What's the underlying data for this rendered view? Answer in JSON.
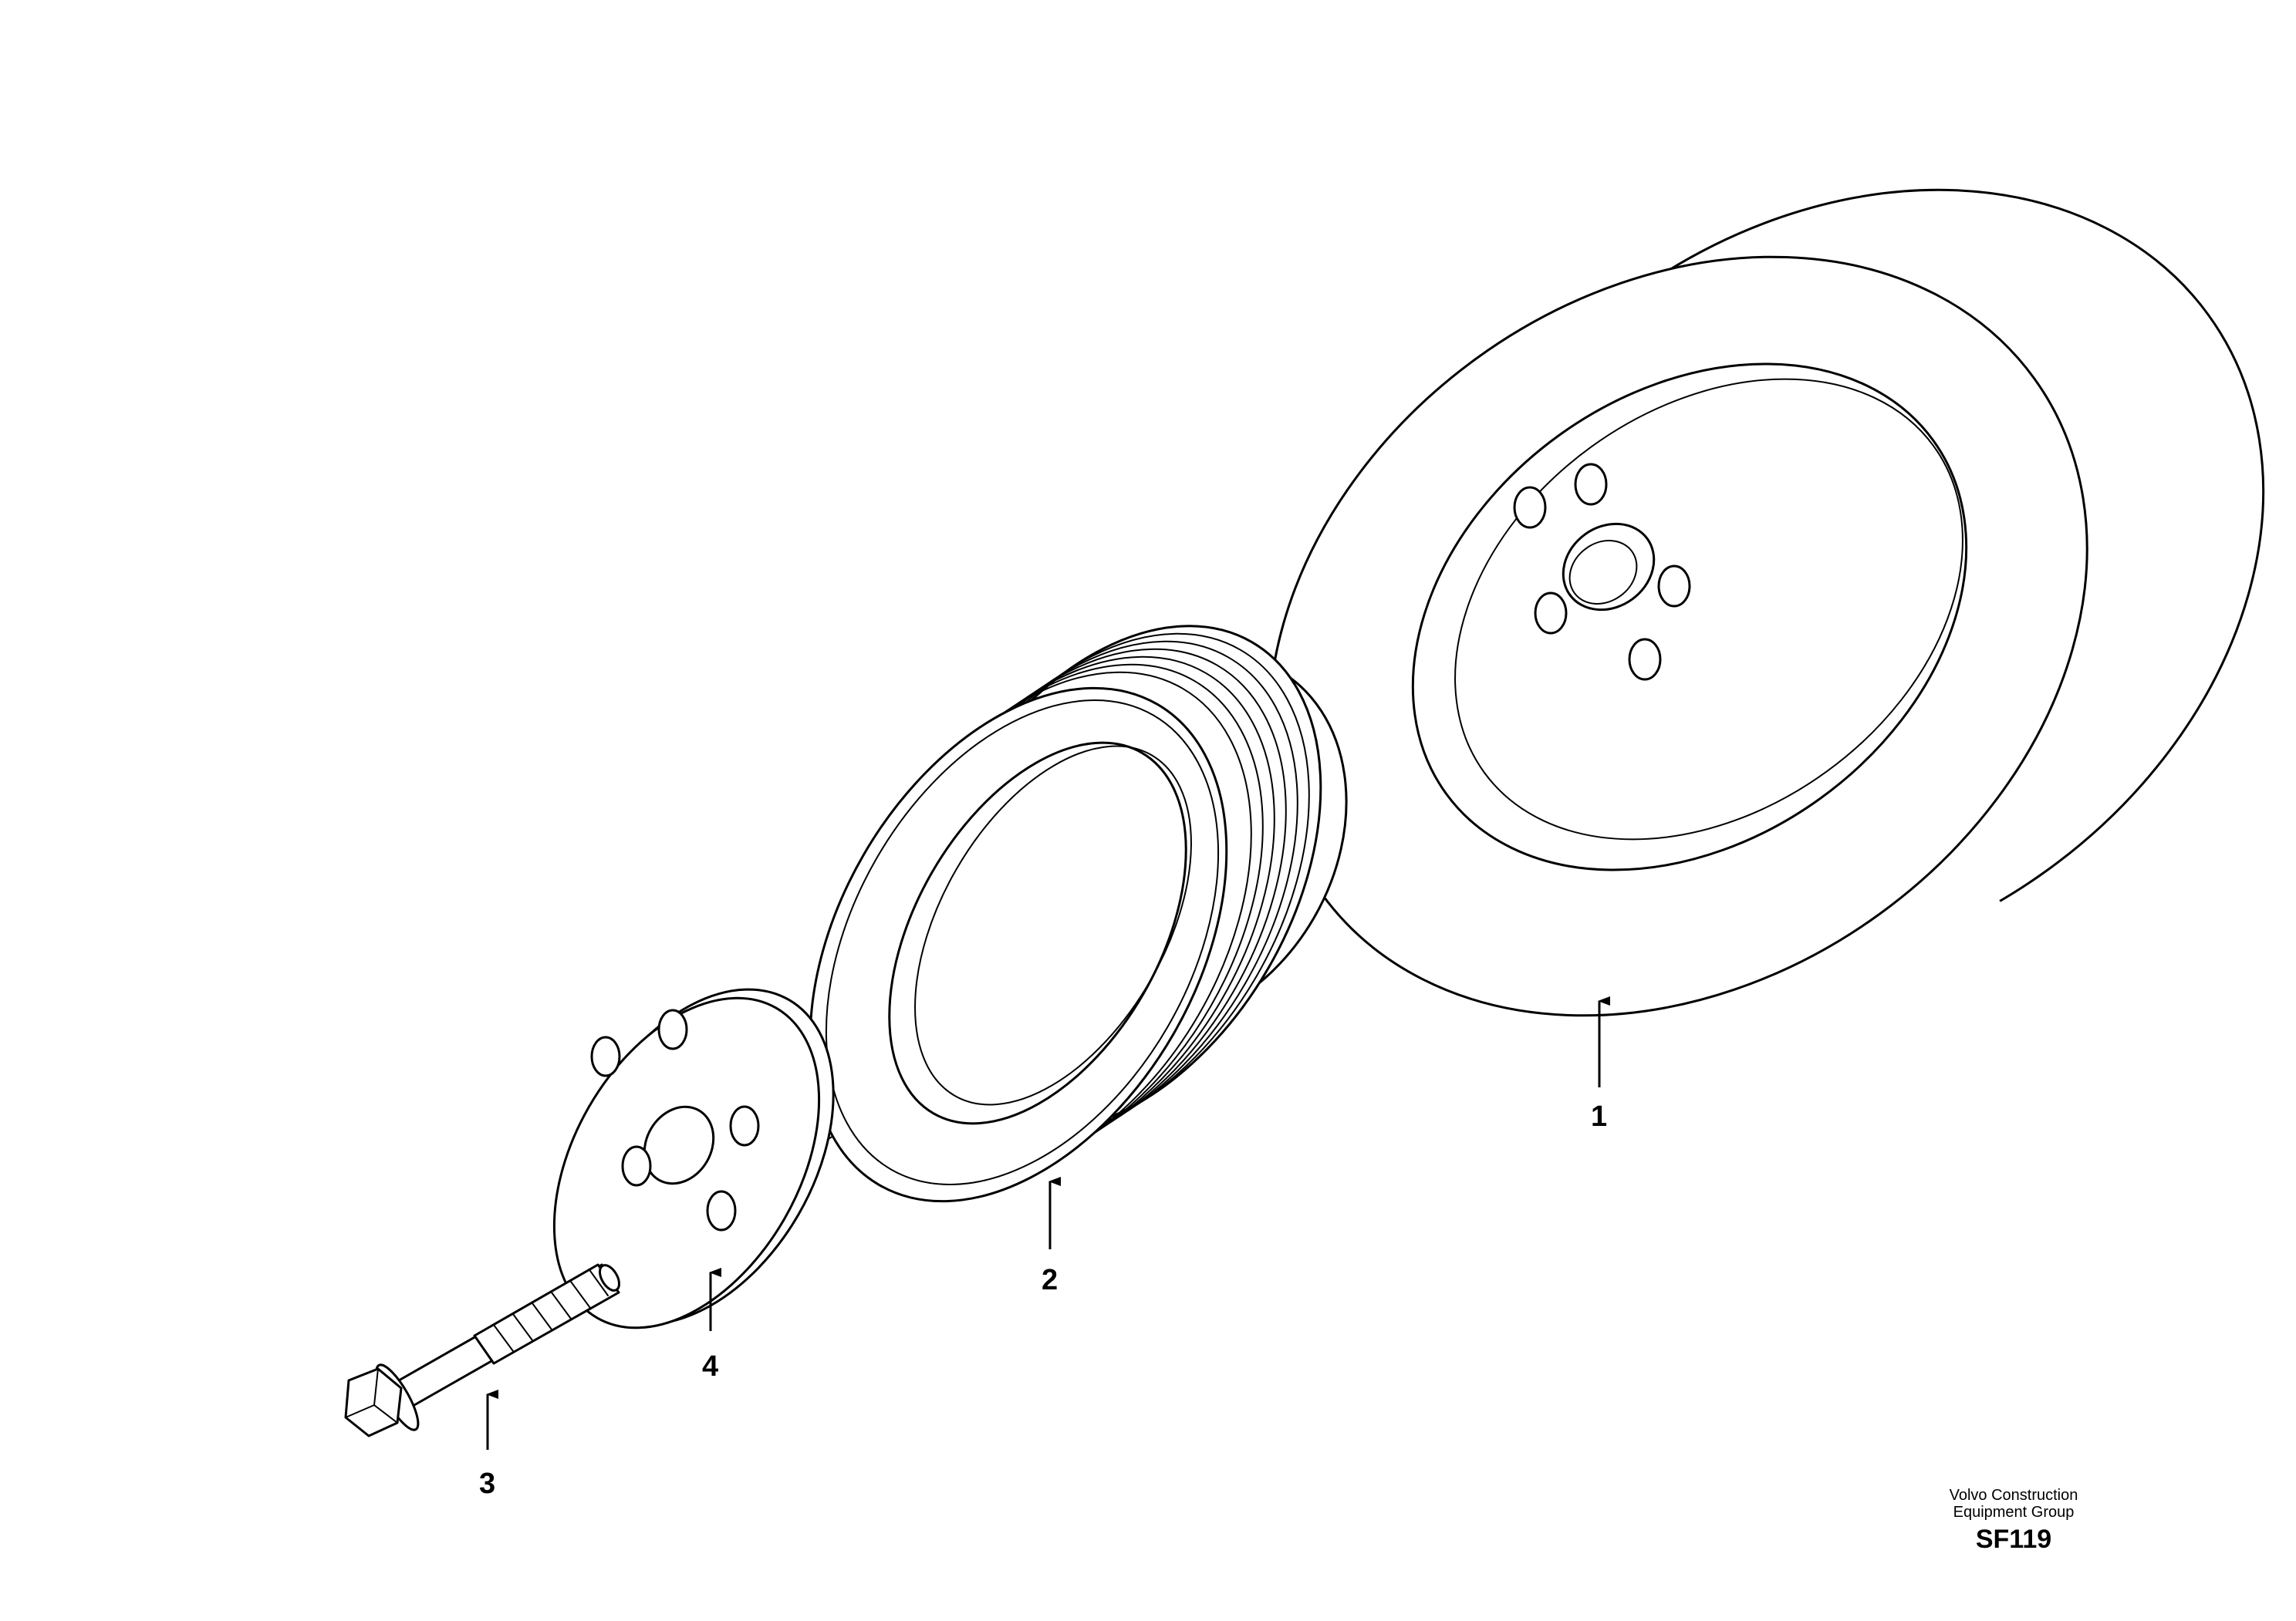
{
  "diagram": {
    "callouts": [
      {
        "id": "1",
        "label": "1"
      },
      {
        "id": "2",
        "label": "2"
      },
      {
        "id": "3",
        "label": "3"
      },
      {
        "id": "4",
        "label": "4"
      }
    ]
  },
  "footer": {
    "company_line1": "Volvo Construction",
    "company_line2": "Equipment Group",
    "code": "SF119"
  }
}
